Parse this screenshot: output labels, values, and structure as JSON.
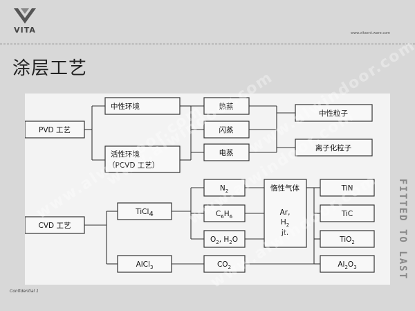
{
  "brand": {
    "logo_text": "VITA",
    "website": "www.vitaent.ware.com"
  },
  "title": "涂层工艺",
  "footer": {
    "confidential": "Confidential",
    "page": "1"
  },
  "watermarks": [
    "www.alwindoor.com",
    "www.alwindoor.com",
    "www.alwindoor.com",
    "www.alwindoor.com",
    "www.alwindoor.com"
  ],
  "stamp": "FITTED TO LAST",
  "diagram": {
    "pvd": {
      "label": "PVD 工艺",
      "neutral_env": "中性环境",
      "active_env": [
        "活性环境",
        "（PCVD 工艺）"
      ],
      "hot_evap": "热蒸",
      "flash_evap": "闪蒸",
      "elec_evap": "电蒸",
      "neutral_particle": "中性粒子",
      "ionized_particle": "离子化粒子"
    },
    "cvd": {
      "label": "CVD 工艺",
      "ticl4": {
        "base": "TiCl",
        "sub": "4"
      },
      "alcl3": {
        "base": "AlCl",
        "sub": "3"
      },
      "n2": {
        "base": "N",
        "sub": "2"
      },
      "c6h6": {
        "base": "C",
        "sub1": "6",
        "mid": "H",
        "sub2": "6"
      },
      "o2h2o": {
        "base": "O",
        "sub": "2",
        "rest": ", H",
        "sub2": "2",
        "end": "O"
      },
      "co2": {
        "base": "CO",
        "sub": "2"
      },
      "inert_gas": "惰性气体",
      "inert_list": {
        "ar": "Ar,",
        "h": "H",
        "h_sub": "2",
        "etc": "jt."
      },
      "tin": "TiN",
      "tic": "TiC",
      "tio2": {
        "base": "TiO",
        "sub": "2"
      },
      "al2o3": {
        "base": "Al",
        "sub1": "2",
        "mid": "O",
        "sub2": "3"
      }
    }
  }
}
